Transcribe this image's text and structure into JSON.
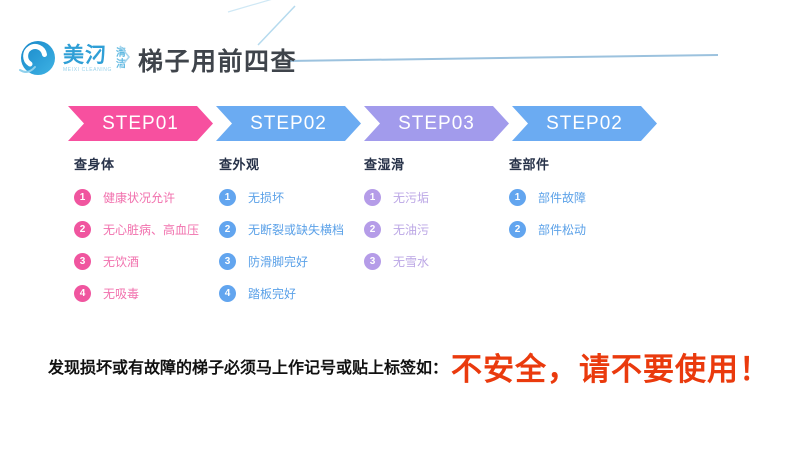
{
  "colors": {
    "step_pink": "#f7509f",
    "step_blue": "#6babf2",
    "step_purple": "#a29bec",
    "brand_blue": "#2f9fd6",
    "column_header_dark": "#28334a",
    "warning_red": "#ea3a0d"
  },
  "header": {
    "brand": {
      "name": "美汈",
      "subtitle": "MEIXI CLEANING",
      "tag_top": "清",
      "tag_bottom": "洁"
    },
    "title": "梯子用前四查"
  },
  "steps": [
    {
      "label": "STEP01"
    },
    {
      "label": "STEP02"
    },
    {
      "label": "STEP03"
    },
    {
      "label": "STEP02"
    }
  ],
  "columns": [
    {
      "header": "查身体",
      "items": [
        {
          "num": "1",
          "text": "健康状况允许"
        },
        {
          "num": "2",
          "text": "无心脏病、高血压"
        },
        {
          "num": "3",
          "text": "无饮酒"
        },
        {
          "num": "4",
          "text": "无吸毒"
        }
      ]
    },
    {
      "header": "查外观",
      "items": [
        {
          "num": "1",
          "text": "无损坏"
        },
        {
          "num": "2",
          "text": "无断裂或缺失横档"
        },
        {
          "num": "3",
          "text": "防滑脚完好"
        },
        {
          "num": "4",
          "text": "踏板完好"
        }
      ]
    },
    {
      "header": "查湿滑",
      "items": [
        {
          "num": "1",
          "text": "无污垢"
        },
        {
          "num": "2",
          "text": "无油污"
        },
        {
          "num": "3",
          "text": "无雪水"
        }
      ]
    },
    {
      "header": "查部件",
      "items": [
        {
          "num": "1",
          "text": "部件故障"
        },
        {
          "num": "2",
          "text": "部件松动"
        }
      ]
    }
  ],
  "footer": {
    "label": "发现损坏或有故障的梯子必须马上作记号或贴上标签如：",
    "warning": "不安全，请不要使用！"
  }
}
